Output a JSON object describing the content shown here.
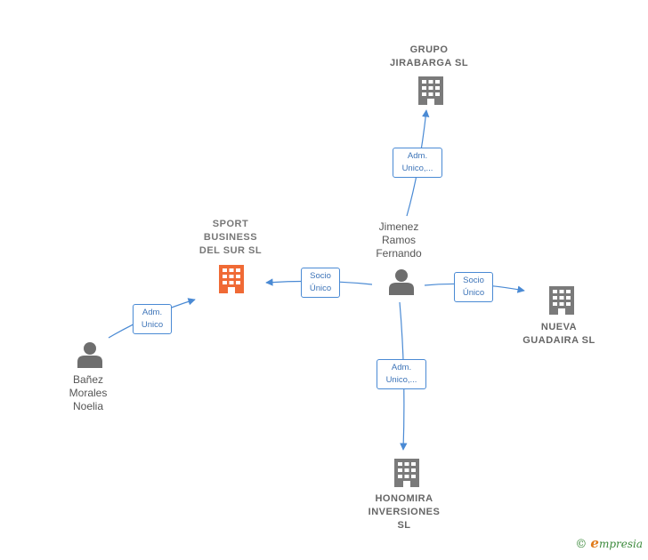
{
  "colors": {
    "edge": "#4a8ad4",
    "company_icon": "#7a7a7a",
    "main_company_icon": "#f06a35",
    "person_icon": "#6e6e6e"
  },
  "nodes": {
    "grupo_jirabarga": {
      "label": "GRUPO\nJIRABARGA  SL",
      "icon": "building-icon"
    },
    "sport_business": {
      "label": "SPORT\nBUSINESS\nDEL SUR  SL",
      "icon": "building-icon"
    },
    "nueva_guadaira": {
      "label": "NUEVA\nGUADAIRA  SL",
      "icon": "building-icon"
    },
    "honomira": {
      "label": "HONOMIRA\nINVERSIONES\nSL",
      "icon": "building-icon"
    },
    "jimenez": {
      "label": "Jimenez\nRamos\nFernando",
      "icon": "person-icon"
    },
    "banez": {
      "label": "Bañez\nMorales\nNoelia",
      "icon": "person-icon"
    }
  },
  "edges": {
    "jimenez_grupo": "Adm.\nUnico,...",
    "jimenez_sport": "Socio\nÚnico",
    "jimenez_nueva": "Socio\nÚnico",
    "jimenez_honomira": "Adm.\nUnico,...",
    "banez_sport": "Adm.\nUnico"
  },
  "brand": {
    "copyright": "©",
    "name_initial": "e",
    "name_rest": "mpresia"
  }
}
